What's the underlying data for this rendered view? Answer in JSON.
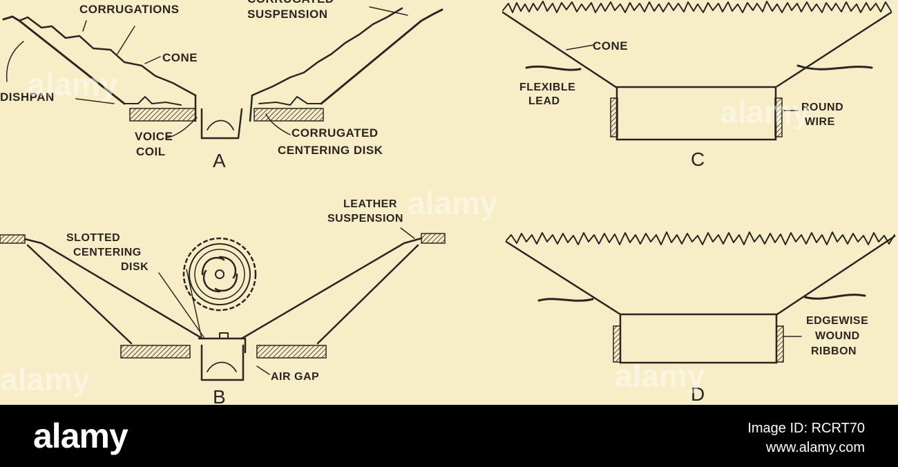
{
  "labels": {
    "corrugations": "CORRUGATIONS",
    "corrugated_suspension_1": "CORRUGATED",
    "corrugated_suspension_2": "SUSPENSION",
    "cone_a": "CONE",
    "dishpan": "DISHPAN",
    "voice": "VOICE",
    "coil": "COIL",
    "corrugated_centering_1": "CORRUGATED",
    "corrugated_centering_2": "CENTERING DISK",
    "cone_c": "CONE",
    "flexible": "FLEXIBLE",
    "lead": "LEAD",
    "round": "ROUND",
    "wire": "WIRE",
    "leather": "LEATHER",
    "suspension_b": "SUSPENSION",
    "slotted": "SLOTTED",
    "centering": "CENTERING",
    "disk": "DISK",
    "air_gap": "AIR GAP",
    "edgewise": "EDGEWISE",
    "wound": "WOUND",
    "ribbon": "RIBBON"
  },
  "panels": {
    "a": "A",
    "b": "B",
    "c": "C",
    "d": "D"
  },
  "watermark": "alamy",
  "footer": {
    "logo": "alamy",
    "image_id": "Image ID: RCRT70",
    "site": "www.alamy.com"
  },
  "colors": {
    "paper": "#f7edc6",
    "ink": "#2a2520",
    "footer_bg": "#000000"
  }
}
